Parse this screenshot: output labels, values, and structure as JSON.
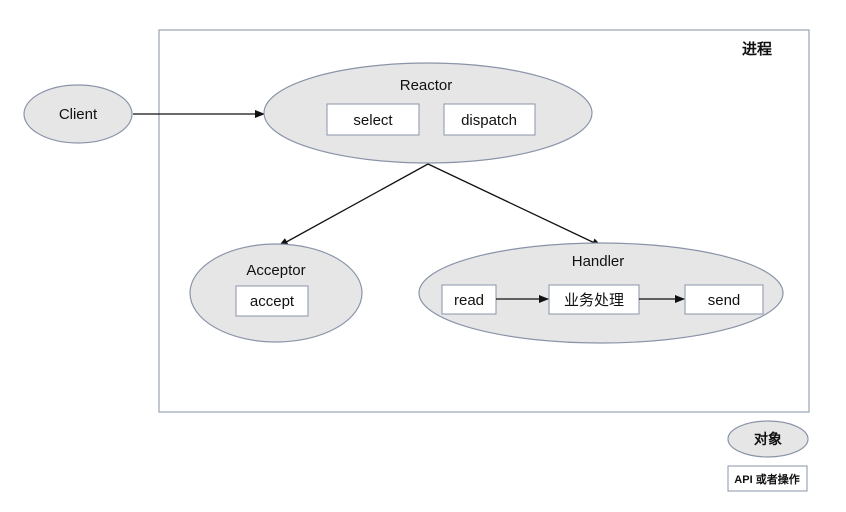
{
  "process_label": "进程",
  "nodes": {
    "client": "Client",
    "reactor": {
      "title": "Reactor",
      "ops": [
        "select",
        "dispatch"
      ]
    },
    "acceptor": {
      "title": "Acceptor",
      "ops": [
        "accept"
      ]
    },
    "handler": {
      "title": "Handler",
      "ops": [
        "read",
        "业务处理",
        "send"
      ]
    }
  },
  "legend": {
    "object": "对象",
    "operation": "API 或者操作"
  },
  "colors": {
    "ellipse_fill": "#e6e6e6",
    "ellipse_stroke": "#8a94a8",
    "box_stroke": "#8a94a8",
    "container_stroke": "#9aa3b5",
    "arrow": "#111111"
  }
}
